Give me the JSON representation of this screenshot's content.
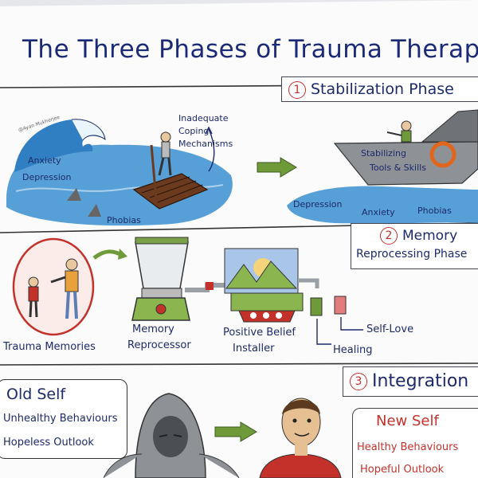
{
  "title": "The Three Phases of Trauma Therapy",
  "phases": [
    {
      "number": "1",
      "label": "Stabilization Phase"
    },
    {
      "number": "2",
      "label_line1": "Memory",
      "label_line2": "Reprocessing Phase"
    },
    {
      "number": "3",
      "label": "Integration"
    }
  ],
  "phase1": {
    "signature": "@Ayan Mukherjee",
    "wave_labels": [
      "Anxiety",
      "Depression",
      "Phobias"
    ],
    "raft_note": [
      "Inadequate",
      "Coping",
      "Mechanisms"
    ],
    "ship_label": [
      "Stabilizing",
      "Tools & Skills"
    ],
    "sea_labels": [
      "Depression",
      "Anxiety",
      "Phobias"
    ]
  },
  "phase2": {
    "trauma_memories": "Trauma Memories",
    "memory_reprocessor": [
      "Memory",
      "Reprocessor"
    ],
    "positive_belief_installer": [
      "Positive Belief",
      "Installer"
    ],
    "self_love": "Self-Love",
    "healing": "Healing"
  },
  "phase3": {
    "old_self": {
      "title": "Old Self",
      "lines": [
        "Unhealthy Behaviours",
        "Hopeless Outlook"
      ]
    },
    "new_self": {
      "title": "New Self",
      "lines": [
        "Healthy Behaviours",
        "Hopeful Outlook"
      ]
    }
  },
  "colors": {
    "ink": "#1d2a6b",
    "accent_red": "#c4312b",
    "arrow_green": "#6f9a3a",
    "water_blue": "#3a8fd0",
    "ship_gray": "#8e9297"
  }
}
